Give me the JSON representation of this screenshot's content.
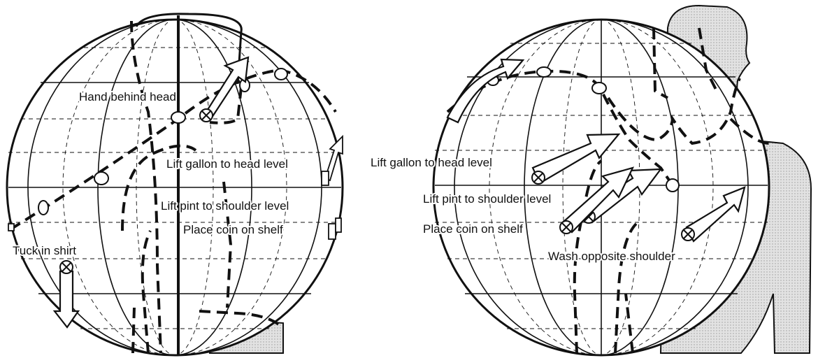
{
  "colors": {
    "ink": "#111111",
    "body_fill": "#d8d8d8",
    "background": "#ffffff"
  },
  "left_globe": {
    "labels": {
      "hand_behind_head": "Hand behind head",
      "lift_gallon": "Lift gallon to head level",
      "lift_pint": "Lift pint to shoulder level",
      "place_coin": "Place coin on shelf",
      "tuck_shirt": "Tuck in shirt"
    }
  },
  "right_globe": {
    "labels": {
      "lift_gallon": "Lift gallon to head level",
      "lift_pint": "Lift pint to shoulder level",
      "place_coin": "Place coin on shelf",
      "wash_shoulder": "Wash opposite shoulder"
    }
  },
  "icons": [
    "target-cross-icon",
    "arrow-icon",
    "body-silhouette-icon"
  ]
}
